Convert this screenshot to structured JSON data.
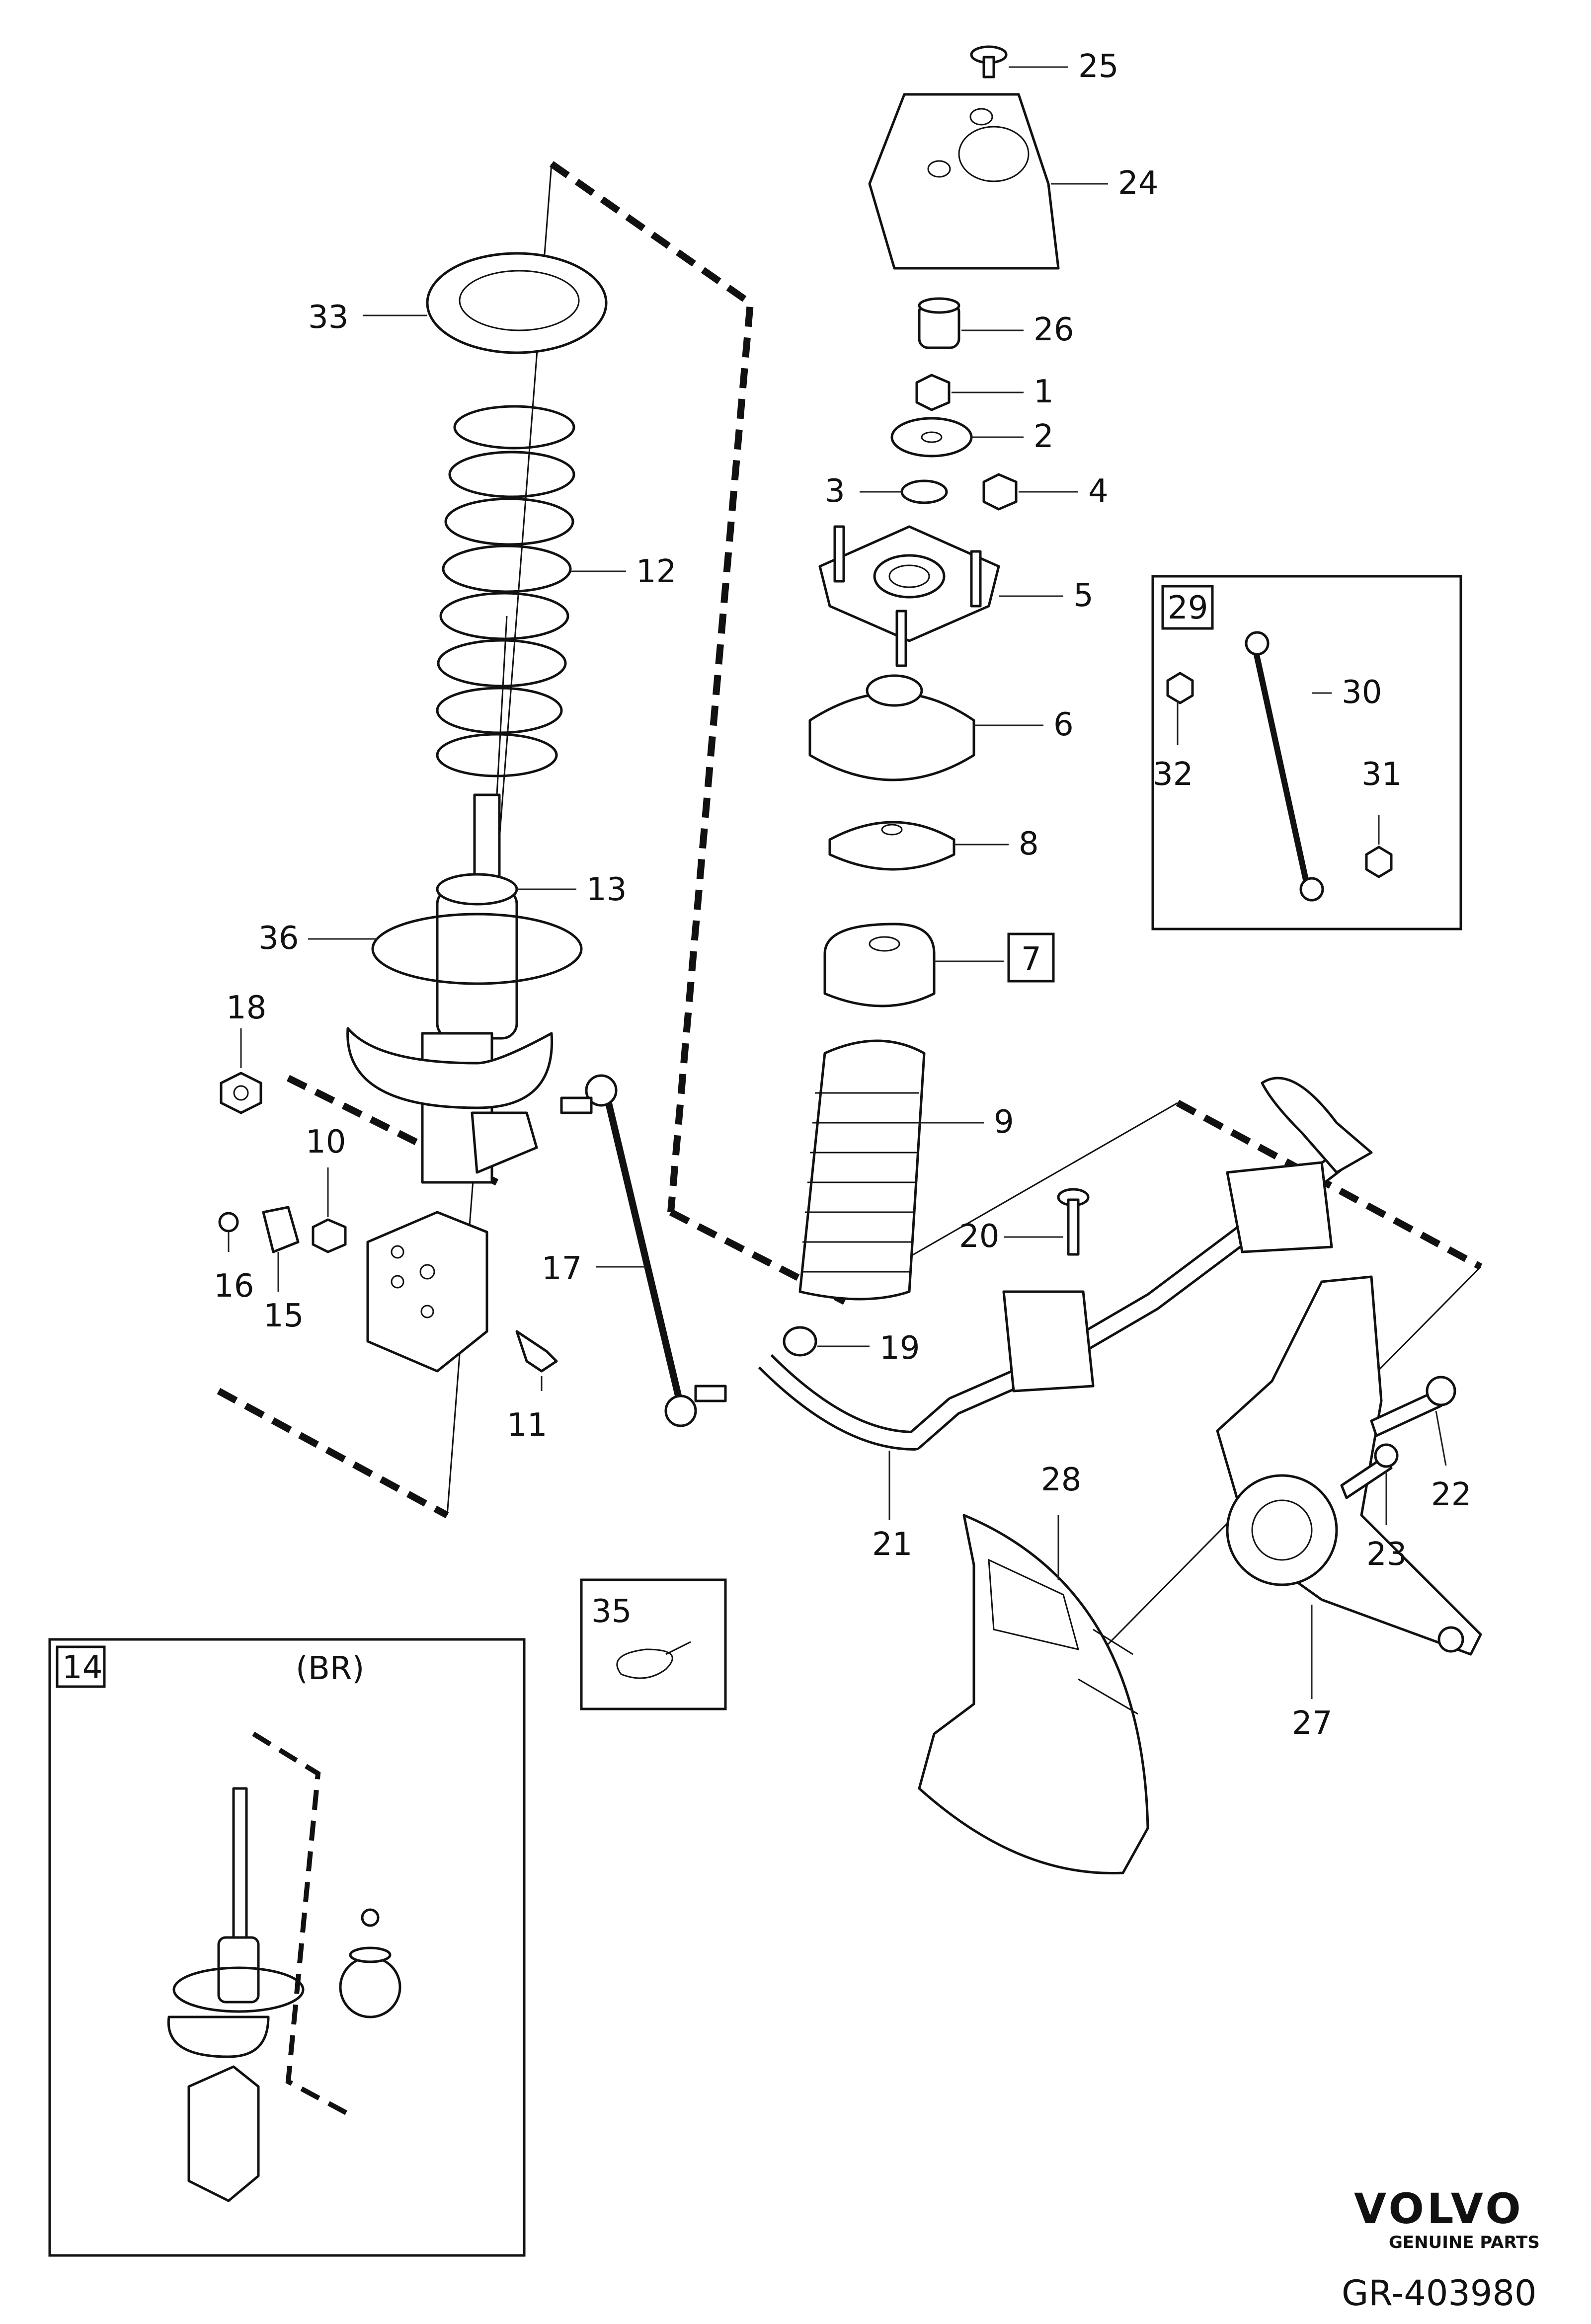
{
  "labels": {
    "c1": "1",
    "c2": "2",
    "c3": "3",
    "c4": "4",
    "c5": "5",
    "c6": "6",
    "c7": "7",
    "c8": "8",
    "c9": "9",
    "c10": "10",
    "c11": "11",
    "c12": "12",
    "c13": "13",
    "c14": "14",
    "c15": "15",
    "c16": "16",
    "c17": "17",
    "c18": "18",
    "c19": "19",
    "c20": "20",
    "c21": "21",
    "c22": "22",
    "c23": "23",
    "c24": "24",
    "c25": "25",
    "c26": "26",
    "c27": "27",
    "c28": "28",
    "c29": "29",
    "c30": "30",
    "c31": "31",
    "c32": "32",
    "c33": "33",
    "c35": "35",
    "c36": "36"
  },
  "inset": {
    "variant": "(BR)"
  },
  "brand": {
    "name": "VOLVO",
    "tagline": "GENUINE PARTS"
  },
  "reference": "GR-403980"
}
